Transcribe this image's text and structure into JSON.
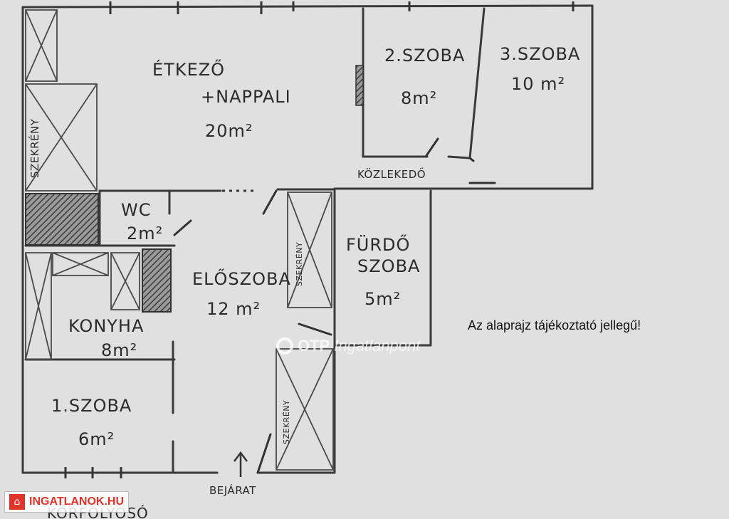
{
  "rooms": {
    "dining_line1": "ÉTKEZŐ",
    "dining_line2": "+NAPPALI",
    "dining_area": "20m²",
    "room2_name": "2.SZOBA",
    "room2_area": "8m²",
    "room3_name": "3.SZOBA",
    "room3_area": "10 m²",
    "wc_name": "WC",
    "wc_area": "2m²",
    "hall_name": "ELŐSZOBA",
    "hall_area": "12 m²",
    "bath_line1": "FÜRDŐ",
    "bath_line2": "SZOBA",
    "bath_area": "5m²",
    "kitchen_name": "KONYHA",
    "kitchen_area": "8m²",
    "room1_name": "1.SZOBA",
    "room1_area": "6m²"
  },
  "labels": {
    "corridor": "KÖZLEKEDŐ",
    "entrance": "BEJÁRAT",
    "gallery": "KÖRFOLYOSÓ",
    "cabinet_left": "SZEKRÉNY",
    "cabinet_hall": "SZEKRÉNY",
    "cabinet_entry": "SZEKRÉNY"
  },
  "note": "Az alaprajz tájékoztató jellegű!",
  "watermark": {
    "brand": "OTP",
    "sub": "Ingatlanpont"
  },
  "logo": {
    "text": "INGATLANOK.HU",
    "icon": "house-icon"
  }
}
